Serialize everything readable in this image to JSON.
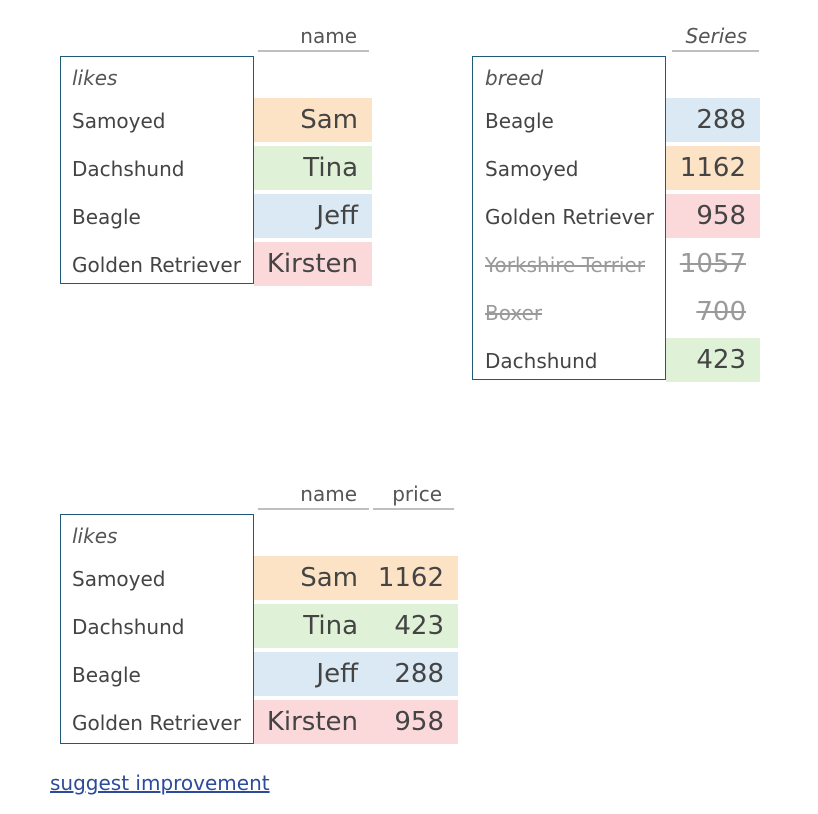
{
  "colors": {
    "orange": "#fde3c6",
    "green": "#dff1d6",
    "blue": "#dae9f3",
    "red": "#fbd9db",
    "index_border": "#1f5a7a",
    "link": "#2e4b9b"
  },
  "frame1": {
    "header": "name",
    "index_name": "likes",
    "rows": [
      {
        "label": "Samoyed",
        "value": "Sam",
        "color": "orange"
      },
      {
        "label": "Dachshund",
        "value": "Tina",
        "color": "green"
      },
      {
        "label": "Beagle",
        "value": "Jeff",
        "color": "blue"
      },
      {
        "label": "Golden Retriever",
        "value": "Kirsten",
        "color": "red"
      }
    ]
  },
  "series": {
    "header": "Series",
    "index_name": "breed",
    "rows": [
      {
        "label": "Beagle",
        "value": "288",
        "color": "blue",
        "struck": false
      },
      {
        "label": "Samoyed",
        "value": "1162",
        "color": "orange",
        "struck": false
      },
      {
        "label": "Golden Retriever",
        "value": "958",
        "color": "red",
        "struck": false
      },
      {
        "label": "Yorkshire Terrier",
        "value": "1057",
        "color": "none",
        "struck": true
      },
      {
        "label": "Boxer",
        "value": "700",
        "color": "none",
        "struck": true
      },
      {
        "label": "Dachshund",
        "value": "423",
        "color": "green",
        "struck": false
      }
    ]
  },
  "frame2": {
    "headers": [
      "name",
      "price"
    ],
    "index_name": "likes",
    "rows": [
      {
        "label": "Samoyed",
        "name": "Sam",
        "price": "1162",
        "color": "orange"
      },
      {
        "label": "Dachshund",
        "name": "Tina",
        "price": "423",
        "color": "green"
      },
      {
        "label": "Beagle",
        "name": "Jeff",
        "price": "288",
        "color": "blue"
      },
      {
        "label": "Golden Retriever",
        "name": "Kirsten",
        "price": "958",
        "color": "red"
      }
    ]
  },
  "footer": {
    "link_text": "suggest improvement"
  }
}
